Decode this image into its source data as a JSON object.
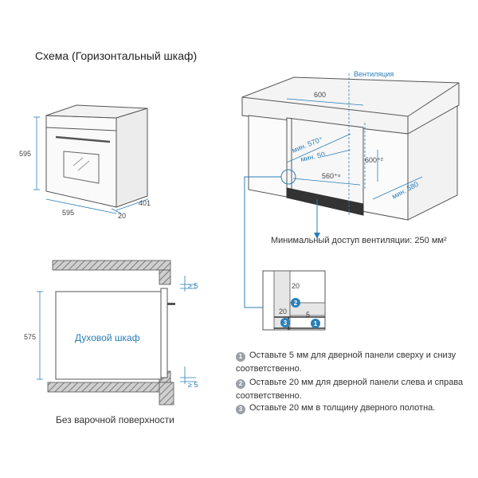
{
  "title": "Схема (Горизонтальный шкаф)",
  "oven_dims": {
    "height": "595",
    "width": "595",
    "depth": "401",
    "front": "20"
  },
  "cabinet_dims": {
    "ventilation": "Вентиляция",
    "width_600": "600",
    "min_570": "мин. 570⁺",
    "min_50": "мин. 50",
    "h_600": "600⁺²",
    "w_560": "560⁺⁸",
    "min_580": "мин. 580"
  },
  "vent_note": "Минимальный доступ вентиляции: 250 мм²",
  "detail": {
    "d20a": "20",
    "d20b": "20",
    "d5": "5",
    "n1": "1",
    "n2": "2",
    "n3": "3"
  },
  "side_diagram": {
    "height": "575",
    "label": "Духовой шкаф",
    "gap_top": "≥ 5",
    "gap_bottom": "≥ 5",
    "caption": "Без варочной поверхности"
  },
  "legend": [
    {
      "num": "1",
      "text": "Оставьте 5 мм для дверной панели сверху и снизу соответственно."
    },
    {
      "num": "2",
      "text": "Оставьте 20 мм для дверной панели слева и спра­ва соответственно."
    },
    {
      "num": "3",
      "text": "Оставьте 20 мм в толщину дверного полотна."
    }
  ],
  "colors": {
    "accent": "#2a7fb8",
    "line": "#555555",
    "hatch": "#8a8a8a"
  }
}
